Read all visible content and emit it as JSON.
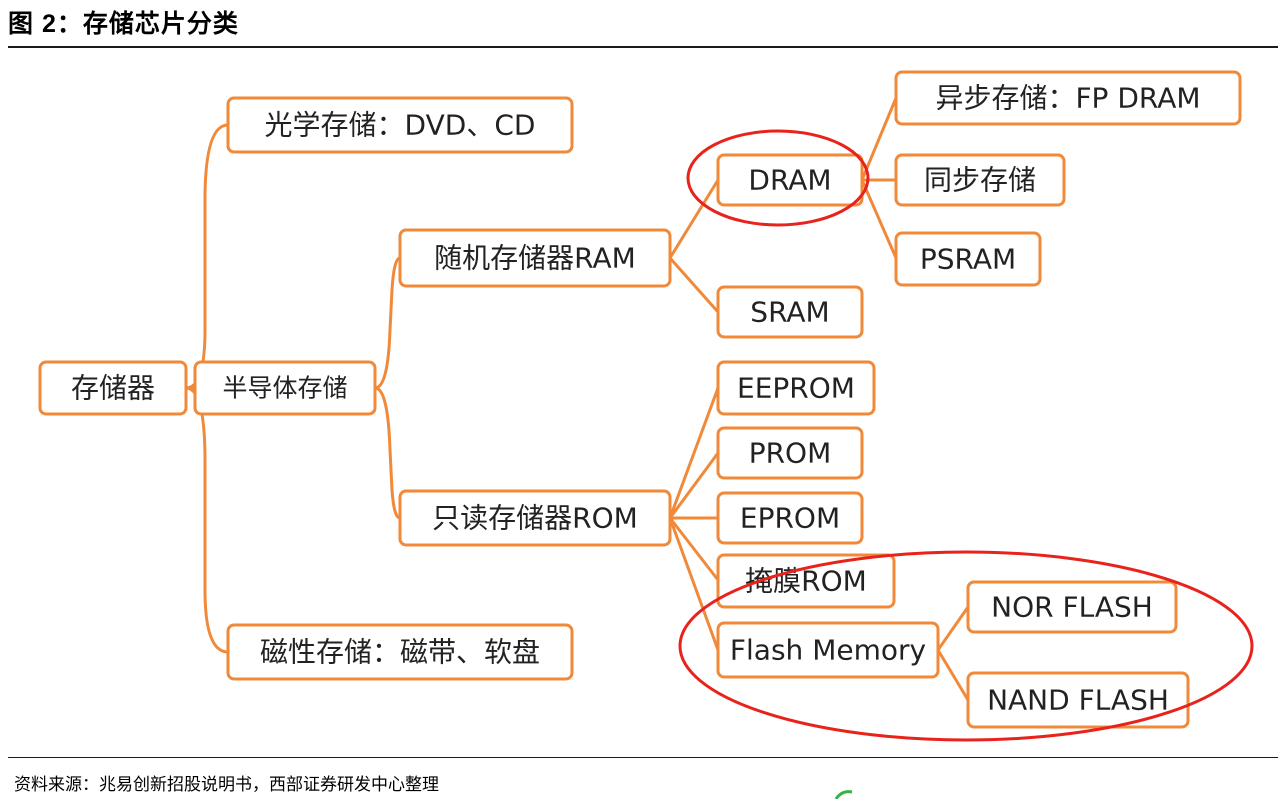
{
  "figure_title": "图 2：存储芯片分类",
  "source_note": "资料来源：兆易创新招股说明书，西部证券研发中心整理",
  "colors": {
    "node_border": "#f08a3a",
    "connector": "#f08a3a",
    "highlight_ring": "#e8231b"
  },
  "nodes": {
    "root": "存储器",
    "optical": "光学存储：DVD、CD",
    "semiconductor": "半导体存储",
    "magnetic": "磁性存储：磁带、软盘",
    "ram": "随机存储器RAM",
    "rom": "只读存储器ROM",
    "dram": "DRAM",
    "sram": "SRAM",
    "async": "异步存储：FP DRAM",
    "sync": "同步存储",
    "psram": "PSRAM",
    "eeprom": "EEPROM",
    "prom": "PROM",
    "eprom": "EPROM",
    "mask_rom": "掩膜ROM",
    "flash": "Flash Memory",
    "nor": "NOR FLASH",
    "nand": "NAND FLASH"
  },
  "highlighted_nodes": [
    "DRAM",
    "Flash Memory"
  ]
}
